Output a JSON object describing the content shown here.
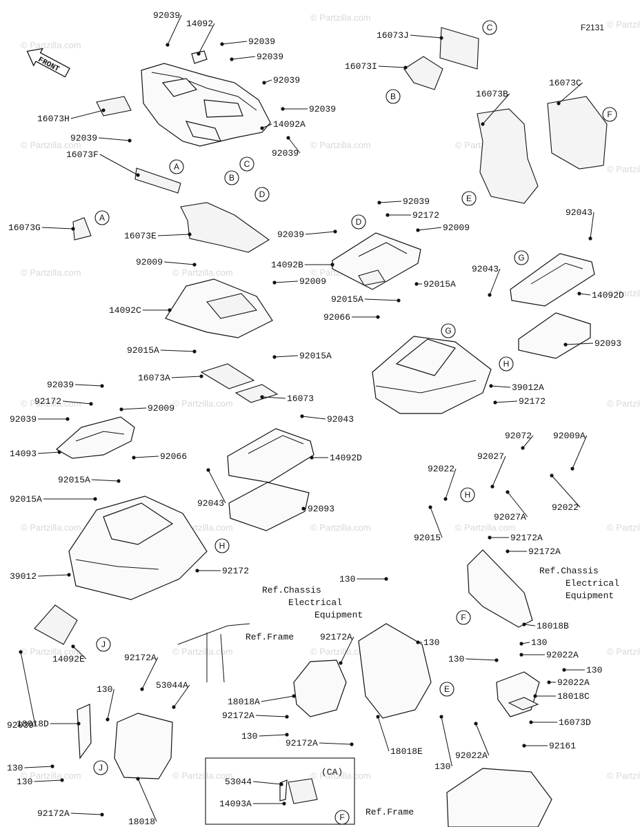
{
  "diagram_code": "F2131",
  "front_marker": "FRONT",
  "watermark": "© Partzilla.com",
  "parts": [
    {
      "id": "p0",
      "text": "92039"
    },
    {
      "id": "p1",
      "text": "14092"
    },
    {
      "id": "p2",
      "text": "92039"
    },
    {
      "id": "p3",
      "text": "92039"
    },
    {
      "id": "p4",
      "text": "92039"
    },
    {
      "id": "p5",
      "text": "16073H"
    },
    {
      "id": "p6",
      "text": "92039"
    },
    {
      "id": "p7",
      "text": "14092A"
    },
    {
      "id": "p8",
      "text": "92039"
    },
    {
      "id": "p9",
      "text": "92039"
    },
    {
      "id": "p10",
      "text": "16073F"
    },
    {
      "id": "p11",
      "text": "16073G"
    },
    {
      "id": "p12",
      "text": "16073E"
    },
    {
      "id": "p13",
      "text": "16073J"
    },
    {
      "id": "p14",
      "text": "16073I"
    },
    {
      "id": "p15",
      "text": "16073B"
    },
    {
      "id": "p16",
      "text": "16073C"
    },
    {
      "id": "p17",
      "text": "92039"
    },
    {
      "id": "p18",
      "text": "92172"
    },
    {
      "id": "p19",
      "text": "92039"
    },
    {
      "id": "p20",
      "text": "92009"
    },
    {
      "id": "p21",
      "text": "14092B"
    },
    {
      "id": "p22",
      "text": "92043"
    },
    {
      "id": "p23",
      "text": "92043"
    },
    {
      "id": "p24",
      "text": "92015A"
    },
    {
      "id": "p25",
      "text": "14092D"
    },
    {
      "id": "p26",
      "text": "92015A"
    },
    {
      "id": "p27",
      "text": "92066"
    },
    {
      "id": "p28",
      "text": "92093"
    },
    {
      "id": "p29",
      "text": "39012A"
    },
    {
      "id": "p30",
      "text": "92172"
    },
    {
      "id": "p31",
      "text": "92009"
    },
    {
      "id": "p32",
      "text": "92009"
    },
    {
      "id": "p33",
      "text": "14092C"
    },
    {
      "id": "p34",
      "text": "92015A"
    },
    {
      "id": "p35",
      "text": "92015A"
    },
    {
      "id": "p36",
      "text": "16073A"
    },
    {
      "id": "p37",
      "text": "16073"
    },
    {
      "id": "p38",
      "text": "92039"
    },
    {
      "id": "p39",
      "text": "92172"
    },
    {
      "id": "p40",
      "text": "92009"
    },
    {
      "id": "p41",
      "text": "92039"
    },
    {
      "id": "p42",
      "text": "14093"
    },
    {
      "id": "p43",
      "text": "92043"
    },
    {
      "id": "p44",
      "text": "92066"
    },
    {
      "id": "p45",
      "text": "14092D"
    },
    {
      "id": "p46",
      "text": "92015A"
    },
    {
      "id": "p47",
      "text": "92015A"
    },
    {
      "id": "p48",
      "text": "92043"
    },
    {
      "id": "p49",
      "text": "92093"
    },
    {
      "id": "p50",
      "text": "39012"
    },
    {
      "id": "p51",
      "text": "92172"
    },
    {
      "id": "p52",
      "text": "92072"
    },
    {
      "id": "p53",
      "text": "92009A"
    },
    {
      "id": "p54",
      "text": "92022"
    },
    {
      "id": "p55",
      "text": "92027"
    },
    {
      "id": "p56",
      "text": "92027A"
    },
    {
      "id": "p57",
      "text": "92022"
    },
    {
      "id": "p58",
      "text": "92015"
    },
    {
      "id": "p59",
      "text": "92172A"
    },
    {
      "id": "p60",
      "text": "92172A"
    },
    {
      "id": "p61",
      "text": "130"
    },
    {
      "id": "p62",
      "text": "18018B"
    },
    {
      "id": "p63",
      "text": "92172A"
    },
    {
      "id": "p64",
      "text": "130"
    },
    {
      "id": "p65",
      "text": "130"
    },
    {
      "id": "p66",
      "text": "130"
    },
    {
      "id": "p67",
      "text": "92022A"
    },
    {
      "id": "p68",
      "text": "130"
    },
    {
      "id": "p69",
      "text": "92022A"
    },
    {
      "id": "p70",
      "text": "18018C"
    },
    {
      "id": "p71",
      "text": "18018A"
    },
    {
      "id": "p72",
      "text": "92172A"
    },
    {
      "id": "p73",
      "text": "16073D"
    },
    {
      "id": "p74",
      "text": "130"
    },
    {
      "id": "p75",
      "text": "92172A"
    },
    {
      "id": "p76",
      "text": "18018E"
    },
    {
      "id": "p77",
      "text": "92161"
    },
    {
      "id": "p78",
      "text": "92022A"
    },
    {
      "id": "p79",
      "text": "130"
    },
    {
      "id": "p80",
      "text": "92039"
    },
    {
      "id": "p81",
      "text": "14092E"
    },
    {
      "id": "p82",
      "text": "92172A"
    },
    {
      "id": "p83",
      "text": "53044A"
    },
    {
      "id": "p84",
      "text": "130"
    },
    {
      "id": "p85",
      "text": "18018D"
    },
    {
      "id": "p86",
      "text": "130"
    },
    {
      "id": "p87",
      "text": "130"
    },
    {
      "id": "p88",
      "text": "92172A"
    },
    {
      "id": "p89",
      "text": "18018"
    },
    {
      "id": "p90",
      "text": "53044"
    },
    {
      "id": "p91",
      "text": "14093A"
    },
    {
      "id": "p92",
      "text": "(CA)"
    }
  ],
  "references": [
    {
      "id": "r0",
      "lines": [
        "Ref.Chassis",
        "Electrical",
        "Equipment"
      ]
    },
    {
      "id": "r1",
      "lines": [
        "Ref.Chassis",
        "Electrical",
        "Equipment"
      ]
    },
    {
      "id": "r2",
      "lines": [
        "Ref.Frame"
      ]
    },
    {
      "id": "r3",
      "lines": [
        "Ref.Frame"
      ]
    }
  ],
  "callouts": [
    "A",
    "B",
    "C",
    "D",
    "E",
    "F",
    "G",
    "H",
    "J"
  ]
}
